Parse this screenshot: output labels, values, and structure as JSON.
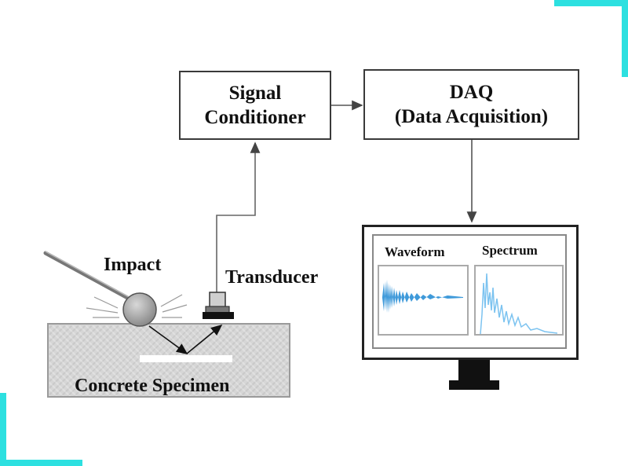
{
  "blocks": {
    "signal_conditioner": [
      "Signal",
      "Conditioner"
    ],
    "daq": [
      "DAQ",
      "(Data Acquisition)"
    ]
  },
  "labels": {
    "impact": "Impact",
    "transducer": "Transducer",
    "specimen": "Concrete Specimen"
  },
  "monitor": {
    "waveform_title": "Waveform",
    "spectrum_title": "Spectrum"
  },
  "colors": {
    "accent": "#2de0e0",
    "box_border": "#3a3a3a",
    "signal": "#2a8fd6",
    "concrete": "#d6d6d6"
  }
}
